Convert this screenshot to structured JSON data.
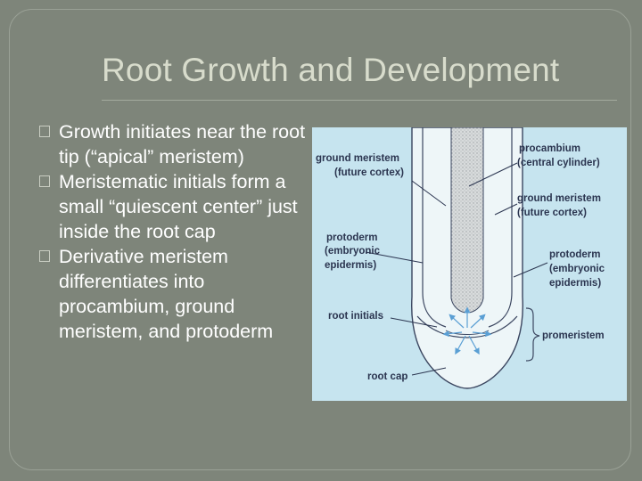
{
  "slide": {
    "title": "Root Growth and Development",
    "bullets": [
      "Growth initiates near the root tip (“apical” meristem)",
      "Meristematic initials form a small “quiescent center” just inside the root cap",
      "Derivative meristem differentiates into procambium, ground meristem, and protoderm"
    ]
  },
  "diagram": {
    "labels": {
      "ground_meristem_left_1": "ground meristem",
      "ground_meristem_left_2": "(future cortex)",
      "procambium_1": "procambium",
      "procambium_2": "(central cylinder)",
      "ground_meristem_right_1": "ground meristem",
      "ground_meristem_right_2": "(future cortex)",
      "protoderm_left_1": "protoderm",
      "protoderm_left_2": "(embryonic",
      "protoderm_left_3": "epidermis)",
      "protoderm_right_1": "protoderm",
      "protoderm_right_2": "(embryonic",
      "protoderm_right_3": "epidermis)",
      "root_initials": "root initials",
      "promeristem": "promeristem",
      "root_cap": "root cap"
    },
    "colors": {
      "background": "#c6e4ef",
      "root_fill": "#eef6f8",
      "procambium_fill": "#d3d7d8",
      "label_text": "#2b3550",
      "arrow": "#5a9fd4"
    }
  }
}
